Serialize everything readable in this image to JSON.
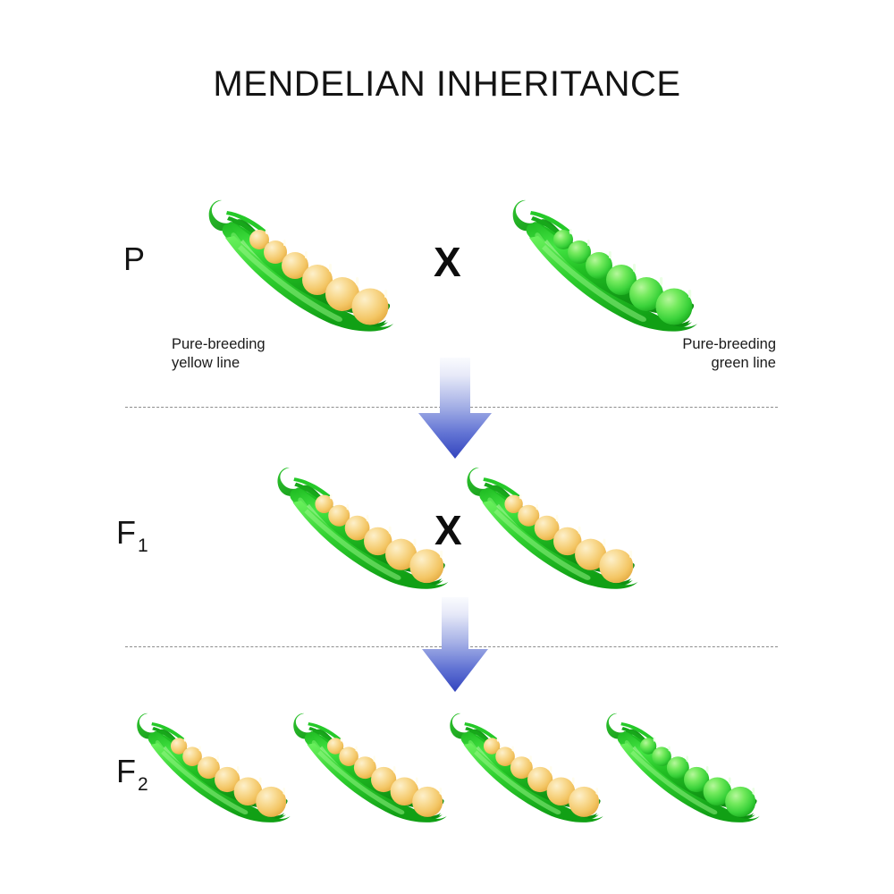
{
  "page": {
    "title": "MENDELIAN INHERITANCE",
    "background": "#ffffff"
  },
  "colors": {
    "pod_outer_dark": "#12A016",
    "pod_outer_light": "#3FE23F",
    "pod_inner": "#27B82A",
    "pea_yellow": "#F5C96A",
    "pea_yellow_light": "#FBE3A8",
    "pea_green": "#3CD23C",
    "pea_green_light": "#8BEE77",
    "arrow_top": "#F2F3FB",
    "arrow_bottom": "#3B4FC4",
    "divider": "#8d8d8d",
    "text": "#141414"
  },
  "generations": [
    {
      "id": "p",
      "label": "P",
      "sublabel": "",
      "cross_symbol": "X",
      "pods": [
        {
          "name": "pod-p-yellow",
          "pea_color": "yellow",
          "pea_count": 6
        },
        {
          "name": "pod-p-green",
          "pea_color": "green",
          "pea_count": 6
        }
      ],
      "captions": [
        {
          "name": "caption-pure-breeding-yellow",
          "line1": "Pure-breeding",
          "line2": "yellow line",
          "align": "left"
        },
        {
          "name": "caption-pure-breeding-green",
          "line1": "Pure-breeding",
          "line2": "green line",
          "align": "right"
        }
      ]
    },
    {
      "id": "f1",
      "label": "F",
      "sublabel": "1",
      "cross_symbol": "X",
      "pods": [
        {
          "name": "pod-f1-left",
          "pea_color": "yellow",
          "pea_count": 6
        },
        {
          "name": "pod-f1-right",
          "pea_color": "yellow",
          "pea_count": 6
        }
      ],
      "captions": []
    },
    {
      "id": "f2",
      "label": "F",
      "sublabel": "2",
      "cross_symbol": "",
      "pods": [
        {
          "name": "pod-f2-1",
          "pea_color": "yellow",
          "pea_count": 6
        },
        {
          "name": "pod-f2-2",
          "pea_color": "yellow",
          "pea_count": 6
        },
        {
          "name": "pod-f2-3",
          "pea_color": "yellow",
          "pea_count": 6
        },
        {
          "name": "pod-f2-4",
          "pea_color": "green",
          "pea_count": 6
        }
      ],
      "captions": []
    }
  ],
  "arrows": [
    {
      "name": "arrow-p-to-f1",
      "direction": "down"
    },
    {
      "name": "arrow-f1-to-f2",
      "direction": "down"
    }
  ],
  "dividers": [
    {
      "name": "divider-p-f1"
    },
    {
      "name": "divider-f1-f2"
    }
  ]
}
